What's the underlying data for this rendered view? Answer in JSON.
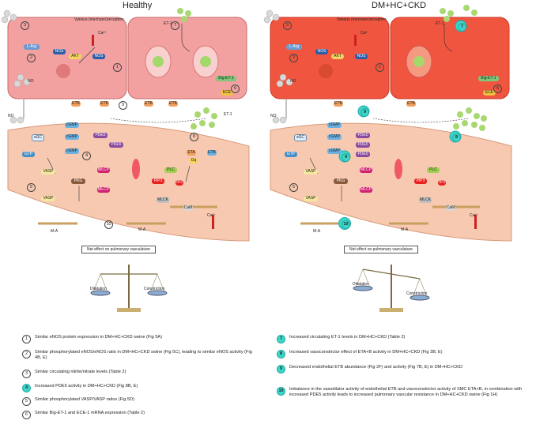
{
  "titles": {
    "left": "Healthy",
    "right": "DM+HC+CKD"
  },
  "labels": {
    "receptors": "Various (mechano)receptors",
    "ca": "Ca²⁺",
    "larg": "L-Arg",
    "akt": "AKT",
    "nos": "NOS",
    "no": "NO",
    "et1": "ET-1",
    "bigET1": "Big-ET-1",
    "ece": "ECE",
    "etb": "ETB",
    "eta": "ETA",
    "cgmp": "cGMP",
    "pde5": "PDE5",
    "gtp": "GTP",
    "gc": "sGC",
    "vasp": "VASP",
    "pkg": "PKG",
    "mlcp": "MLCP",
    "mlck": "MLCK",
    "plc": "PLC",
    "pip3": "PIP3",
    "ip3": "IP3",
    "cal": "CaM",
    "gq": "Gq",
    "ma": "M-A",
    "p": "P"
  },
  "numbers": {
    "n1": "1",
    "n2": "2",
    "n3": "3",
    "n4": "4",
    "n5": "5",
    "n6": "6",
    "n7": "7",
    "n8": "8",
    "n9": "9",
    "n10": "10"
  },
  "net_effect": "Net effect on pulmonary vasculature",
  "balance": {
    "dilatation": "Dilatation",
    "constriction": "Constriction"
  },
  "legend_left": [
    {
      "n": "1",
      "text": "Similar eNOS protein expression in DM+HC+CKD swine (Fig 5A)",
      "hl": false
    },
    {
      "n": "2",
      "text": "Similar phosphorylated eNOS/eNOS ratio in DM+HC+CKD swine (Fig 5C), leading to similar eNOS activity (Fig 4B, E)",
      "hl": false
    },
    {
      "n": "3",
      "text": "Similar circulating nitrite/nitrate levels (Table 2)",
      "hl": false
    },
    {
      "n": "4",
      "text": "Increased PDE5 activity in DM+HC+CKD (Fig 8B, E)",
      "hl": true
    },
    {
      "n": "5",
      "text": "Similar phosphorylated VASP/VASP ratios (Fig 5D)",
      "hl": false
    },
    {
      "n": "6",
      "text": "Similar Big-ET-1 and ECE-1 mRNA expression (Table 2)",
      "hl": false
    }
  ],
  "legend_right": [
    {
      "n": "7",
      "text": "Increased circulating ET-1 levels in DM+HC+CKD (Table 2)",
      "hl": true
    },
    {
      "n": "8",
      "text": "Increased vasoconstrictor effect of ETA+B activity in DM+HC+CKD (Fig 3B, E)",
      "hl": true
    },
    {
      "n": "9",
      "text": "Decreased endothelial ETB abundance (Fig 2F) and activity (Fig 7B, E) in DM+HC+CKD",
      "hl": true
    },
    {
      "n": "10",
      "text": "Imbalance in the vasodilator activity of endothelial ETB and vasoconstrictor activity of SMC ETA+B, in combination with increased PDE5 activity leads to increased pulmonary vascular resistance in DM+HC+CKD swine (Fig 1H)",
      "hl": true
    }
  ],
  "colors": {
    "cell_healthy": "#f2a0a0",
    "cell_disease": "#f0553f",
    "smc": "#f6c9b0",
    "highlight": "#3dd6c6"
  }
}
